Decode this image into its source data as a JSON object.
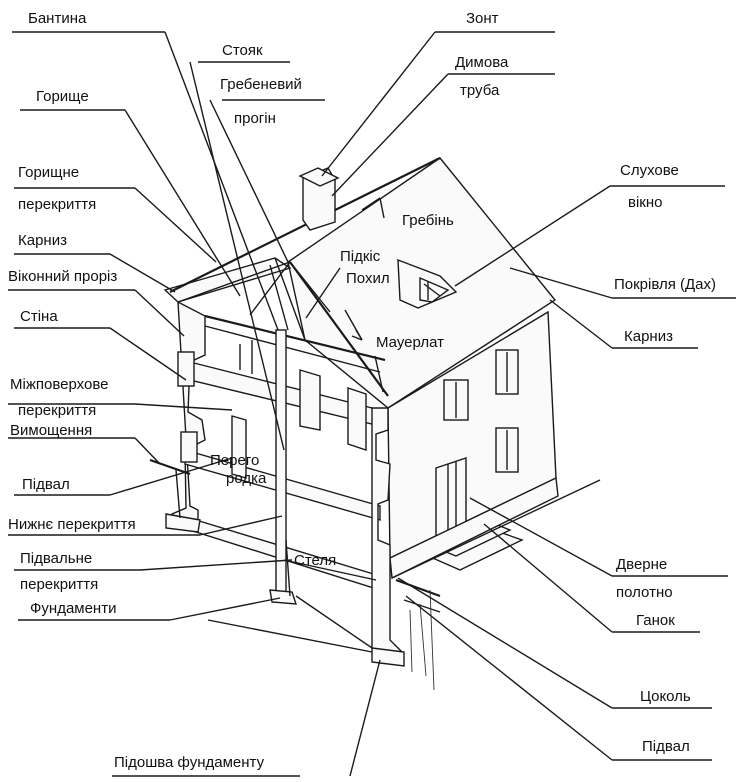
{
  "labels": {
    "bantyna": "Бантина",
    "zont": "Зонт",
    "stoyak": "Стояк",
    "hrebenevyi_1": "Гребеневий",
    "hrebenevyi_2": "прогін",
    "dymova_1": "Димова",
    "dymova_2": "труба",
    "horyshche": "Горище",
    "horyshchne_1": "Горищне",
    "horyshchne_2": "перекриття",
    "sluhove_1": "Слухове",
    "sluhove_2": "вікно",
    "hreben": "Гребінь",
    "karnyz_left": "Карниз",
    "pidkis": "Підкіс",
    "pokhyl": "Похил",
    "vikonnyi": "Віконний проріз",
    "pokrivlia": "Покрівля (Дах)",
    "stina": "Стіна",
    "mauerlat": "Мауерлат",
    "karnyz_right": "Карниз",
    "mizhpov_1": "Міжповерхове",
    "mizhpov_2": "перекриття",
    "vymoshchennia": "Вимощення",
    "perehorodka_1": "Перего",
    "perehorodka_2": "родка",
    "pidval_left": "Підвал",
    "nyzhnie": "Нижнє перекриття",
    "pidvalne_1": "Підвальне",
    "pidvalne_2": "перекриття",
    "stelia": "Стеля",
    "dverne_1": "Дверне",
    "dverne_2": "полотно",
    "fundamenty": "Фундаменти",
    "hanok": "Ганок",
    "tsokol": "Цоколь",
    "pidval_right": "Підвал",
    "pidoshva": "Підошва фундаменту"
  }
}
